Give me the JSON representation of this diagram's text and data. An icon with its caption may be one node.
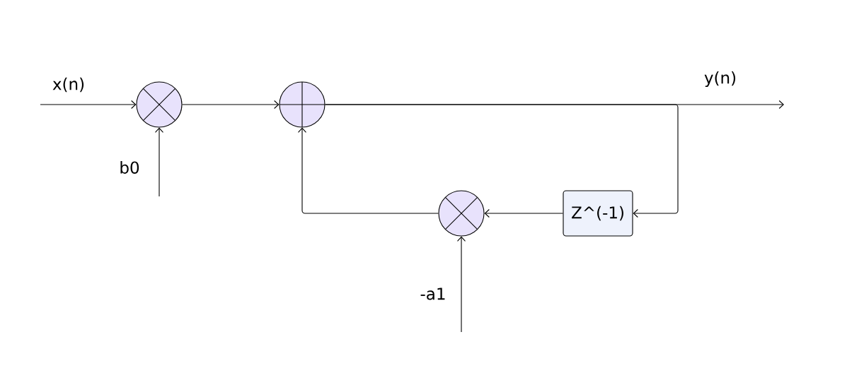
{
  "diagram": {
    "nodes": [
      {
        "text": [],
        "shape": "multiplier"
      },
      {
        "text": [],
        "shape": "adder"
      },
      {
        "text": [],
        "shape": "multiplier"
      },
      {
        "text": [
          "Z^(-1)"
        ]
      }
    ],
    "edges": [
      {
        "from": null,
        "to": 0,
        "arrow": "to",
        "label": "x(n)"
      },
      {
        "from": null,
        "to": 0,
        "arrow": "to",
        "label": "b0"
      },
      {
        "from": 0,
        "to": 1,
        "arrow": "to"
      },
      {
        "from": 1,
        "to": null,
        "arrow": "to",
        "label": "y(n)"
      },
      {
        "from": 1,
        "to": 3,
        "arrow": "to"
      },
      {
        "from": 3,
        "to": 2,
        "arrow": "to"
      },
      {
        "from": 2,
        "to": 1,
        "arrow": "to"
      },
      {
        "from": null,
        "to": 2,
        "arrow": "to",
        "label": "-a1"
      }
    ]
  }
}
